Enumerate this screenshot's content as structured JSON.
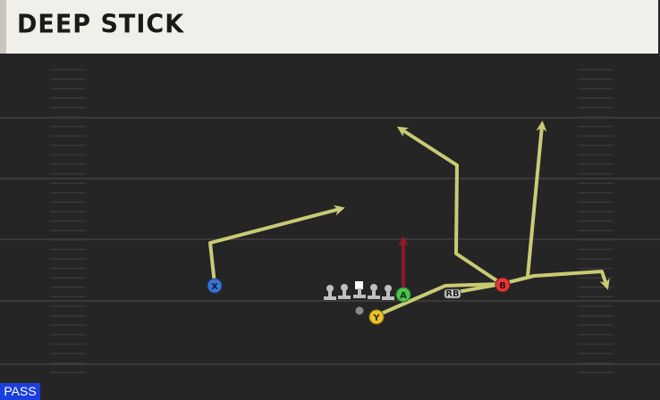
{
  "play": {
    "name": "DEEP STICK",
    "type_badge": "PASS"
  },
  "players": {
    "x": {
      "label": "X",
      "color": "#3b74d8"
    },
    "y": {
      "label": "Y",
      "color": "#e8c12c"
    },
    "a": {
      "label": "A",
      "color": "#4fc14f"
    },
    "b": {
      "label": "B",
      "color": "#e0393b"
    },
    "rb": {
      "label": "RB"
    }
  },
  "colors": {
    "route": "#c9cb74",
    "block": "#8c1a2a",
    "field": "#252525",
    "yard_line": "#3a3a3a",
    "title_bg": "#f1efe9",
    "pass_badge": "#1b3ee0"
  }
}
